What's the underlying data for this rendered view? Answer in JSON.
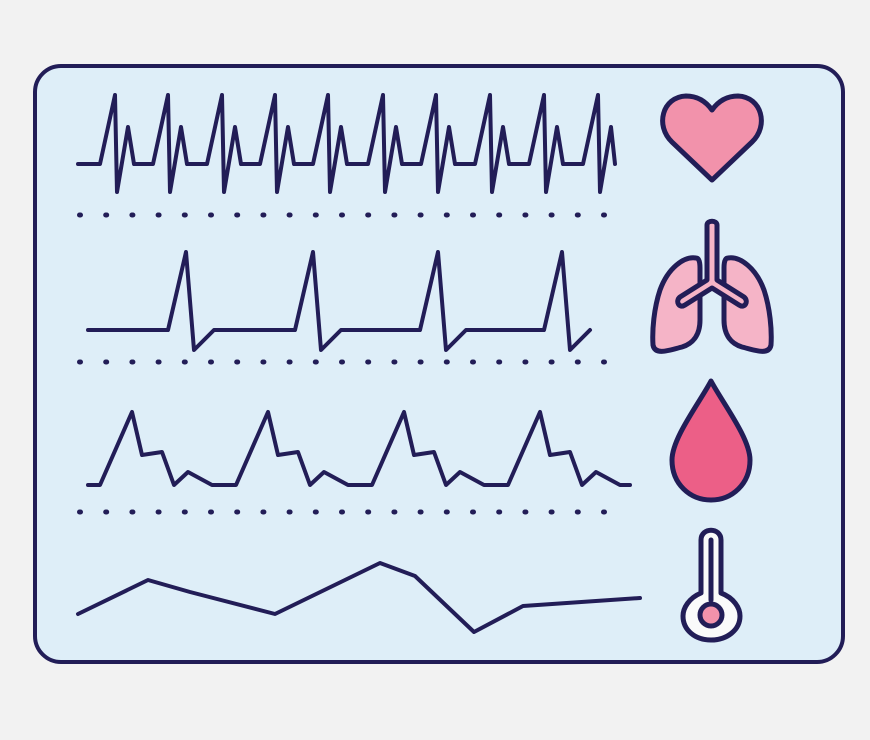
{
  "colors": {
    "background": "#f2f2f2",
    "screen": "#deeef8",
    "stroke": "#221d57",
    "heart": "#f292ab",
    "lungs": "#f5b4c7",
    "blood_drop": "#ec5f87",
    "thermometer": "#fafafa",
    "thermometer_bulb": "#f292ab"
  },
  "monitor": {
    "rows": [
      {
        "signal": "ecg-heart-rate",
        "icon": "heart-icon"
      },
      {
        "signal": "respiration",
        "icon": "lungs-icon"
      },
      {
        "signal": "blood-pressure",
        "icon": "blood-drop-icon"
      },
      {
        "signal": "temperature",
        "icon": "thermometer-icon"
      }
    ]
  }
}
